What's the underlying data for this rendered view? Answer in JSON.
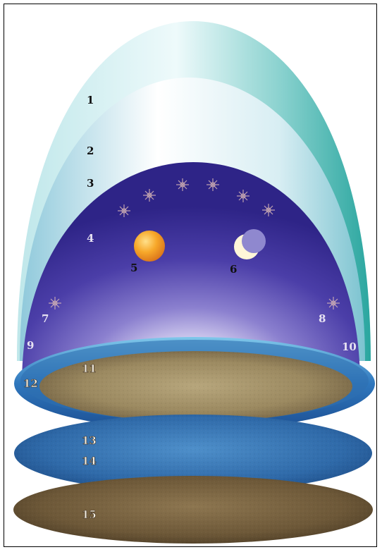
{
  "labels": {
    "l1": "1",
    "l2": "2",
    "l3": "3",
    "l4": "4",
    "l5": "5",
    "l6": "6",
    "l7": "7",
    "l8": "8",
    "l9": "9",
    "l10": "10",
    "l11": "11",
    "l12": "12",
    "l13": "13",
    "l14": "14",
    "l15": "15"
  },
  "colors": {
    "outer_dome": "#3fb7b0",
    "middle_dome": "#bfe3ea",
    "inner_dome": "#3b2f9a",
    "inner_glow": "#f1eefc",
    "sun": "#f1a21b",
    "moon": "#fff6d8",
    "water": "#2f6fb1",
    "earth": "#7d6a46",
    "foundation": "#6a5535"
  },
  "icons": {
    "stars": "star-icon",
    "sun": "sun-icon",
    "moon": "crescent-moon-icon"
  }
}
